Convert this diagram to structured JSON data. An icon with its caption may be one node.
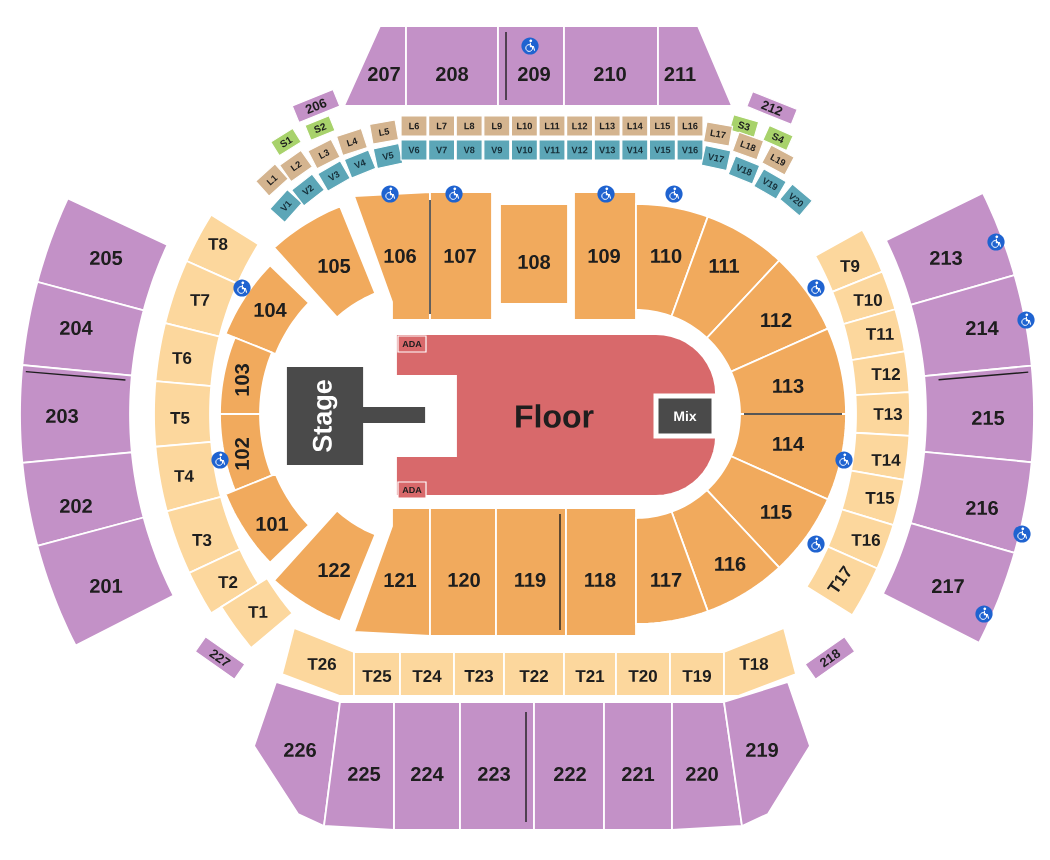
{
  "diagram": {
    "nodes": [
      {
        "text": [
          "207"
        ]
      },
      {
        "text": [
          "208"
        ]
      },
      {
        "text": [
          "209"
        ]
      },
      {
        "text": [
          "210"
        ]
      },
      {
        "text": [
          "211"
        ]
      },
      {
        "text": [
          "206"
        ]
      },
      {
        "text": [
          "212"
        ]
      },
      {
        "text": [
          "S1"
        ]
      },
      {
        "text": [
          "S2"
        ]
      },
      {
        "text": [
          "S3"
        ]
      },
      {
        "text": [
          "S4"
        ]
      },
      {
        "text": [
          "L1"
        ]
      },
      {
        "text": [
          "L2"
        ]
      },
      {
        "text": [
          "L3"
        ]
      },
      {
        "text": [
          "L4"
        ]
      },
      {
        "text": [
          "L5"
        ]
      },
      {
        "text": [
          "L6"
        ]
      },
      {
        "text": [
          "L7"
        ]
      },
      {
        "text": [
          "L8"
        ]
      },
      {
        "text": [
          "L9"
        ]
      },
      {
        "text": [
          "L10"
        ]
      },
      {
        "text": [
          "L11"
        ]
      },
      {
        "text": [
          "L12"
        ]
      },
      {
        "text": [
          "L13"
        ]
      },
      {
        "text": [
          "L14"
        ]
      },
      {
        "text": [
          "L15"
        ]
      },
      {
        "text": [
          "L16"
        ]
      },
      {
        "text": [
          "L17"
        ]
      },
      {
        "text": [
          "L18"
        ]
      },
      {
        "text": [
          "L19"
        ]
      },
      {
        "text": [
          "V1"
        ]
      },
      {
        "text": [
          "V2"
        ]
      },
      {
        "text": [
          "V3"
        ]
      },
      {
        "text": [
          "V4"
        ]
      },
      {
        "text": [
          "V5"
        ]
      },
      {
        "text": [
          "V6"
        ]
      },
      {
        "text": [
          "V7"
        ]
      },
      {
        "text": [
          "V8"
        ]
      },
      {
        "text": [
          "V9"
        ]
      },
      {
        "text": [
          "V10"
        ]
      },
      {
        "text": [
          "V11"
        ]
      },
      {
        "text": [
          "V12"
        ]
      },
      {
        "text": [
          "V13"
        ]
      },
      {
        "text": [
          "V14"
        ]
      },
      {
        "text": [
          "V15"
        ]
      },
      {
        "text": [
          "V16"
        ]
      },
      {
        "text": [
          "V17"
        ]
      },
      {
        "text": [
          "V18"
        ]
      },
      {
        "text": [
          "V19"
        ]
      },
      {
        "text": [
          "V20"
        ]
      },
      {
        "text": [
          "205"
        ]
      },
      {
        "text": [
          "204"
        ]
      },
      {
        "text": [
          "203"
        ]
      },
      {
        "text": [
          "202"
        ]
      },
      {
        "text": [
          "201"
        ]
      },
      {
        "text": [
          "T8"
        ]
      },
      {
        "text": [
          "T7"
        ]
      },
      {
        "text": [
          "T6"
        ]
      },
      {
        "text": [
          "T5"
        ]
      },
      {
        "text": [
          "T4"
        ]
      },
      {
        "text": [
          "T3"
        ]
      },
      {
        "text": [
          "T2"
        ]
      },
      {
        "text": [
          "T1"
        ]
      },
      {
        "text": [
          "105"
        ]
      },
      {
        "text": [
          "104"
        ]
      },
      {
        "text": [
          "103"
        ]
      },
      {
        "text": [
          "102"
        ]
      },
      {
        "text": [
          "101"
        ]
      },
      {
        "text": [
          "122"
        ]
      },
      {
        "text": [
          "106"
        ]
      },
      {
        "text": [
          "107"
        ]
      },
      {
        "text": [
          "108"
        ]
      },
      {
        "text": [
          "109"
        ]
      },
      {
        "text": [
          "110"
        ]
      },
      {
        "text": [
          "111"
        ]
      },
      {
        "text": [
          "112"
        ]
      },
      {
        "text": [
          "113"
        ]
      },
      {
        "text": [
          "114"
        ]
      },
      {
        "text": [
          "115"
        ]
      },
      {
        "text": [
          "116"
        ]
      },
      {
        "text": [
          "121"
        ]
      },
      {
        "text": [
          "120"
        ]
      },
      {
        "text": [
          "119"
        ]
      },
      {
        "text": [
          "118"
        ]
      },
      {
        "text": [
          "117"
        ]
      },
      {
        "text": [
          "Stage"
        ]
      },
      {
        "text": [
          "Floor"
        ]
      },
      {
        "text": [
          "ADA"
        ],
        "in": 86
      },
      {
        "text": [
          "ADA"
        ],
        "in": 86
      },
      {
        "text": [
          "Mix"
        ],
        "in": 86
      },
      {
        "text": [
          "T9"
        ]
      },
      {
        "text": [
          "T10"
        ]
      },
      {
        "text": [
          "T11"
        ]
      },
      {
        "text": [
          "T12"
        ]
      },
      {
        "text": [
          "T13"
        ]
      },
      {
        "text": [
          "T14"
        ]
      },
      {
        "text": [
          "T15"
        ]
      },
      {
        "text": [
          "T16"
        ]
      },
      {
        "text": [
          "T17"
        ]
      },
      {
        "text": [
          "213"
        ]
      },
      {
        "text": [
          "214"
        ]
      },
      {
        "text": [
          "215"
        ]
      },
      {
        "text": [
          "216"
        ]
      },
      {
        "text": [
          "217"
        ]
      },
      {
        "text": [
          "T26"
        ]
      },
      {
        "text": [
          "T25"
        ]
      },
      {
        "text": [
          "T24"
        ]
      },
      {
        "text": [
          "T23"
        ]
      },
      {
        "text": [
          "T22"
        ]
      },
      {
        "text": [
          "T21"
        ]
      },
      {
        "text": [
          "T20"
        ]
      },
      {
        "text": [
          "T19"
        ]
      },
      {
        "text": [
          "T18"
        ]
      },
      {
        "text": [
          "227"
        ]
      },
      {
        "text": [
          "226"
        ]
      },
      {
        "text": [
          "225"
        ]
      },
      {
        "text": [
          "224"
        ]
      },
      {
        "text": [
          "223"
        ]
      },
      {
        "text": [
          "222"
        ]
      },
      {
        "text": [
          "221"
        ]
      },
      {
        "text": [
          "220"
        ]
      },
      {
        "text": [
          "219"
        ]
      },
      {
        "text": [
          "218"
        ]
      }
    ]
  }
}
